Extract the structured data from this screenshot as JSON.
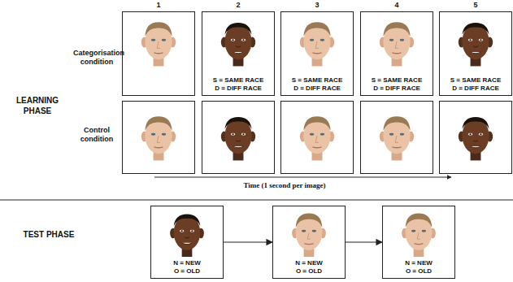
{
  "diagram": {
    "nodes": [
      {
        "text": [
          "S = SAME RACE",
          "D = DIFF RACE"
        ]
      },
      {
        "text": [
          "S = SAME RACE",
          "D = DIFF RACE"
        ]
      },
      {
        "text": [
          "S = SAME RACE",
          "D = DIFF RACE"
        ]
      },
      {
        "text": [
          "S = SAME RACE",
          "D = DIFF RACE"
        ]
      },
      {
        "text": [
          "N = NEW",
          "O = OLD"
        ]
      },
      {
        "text": [
          "N = NEW",
          "O = OLD"
        ]
      },
      {
        "text": [
          "N = NEW",
          "O = OLD"
        ]
      }
    ],
    "edges": [
      {
        "from": 4,
        "to": 5,
        "arrow": "to"
      },
      {
        "from": 5,
        "to": 6,
        "arrow": "to"
      }
    ],
    "labels": [
      "1",
      "2",
      "3",
      "4",
      "5",
      "Categorisation condition",
      "LEARNING PHASE",
      "Control condition",
      "Time (1 second per image)",
      "TEST PHASE"
    ]
  }
}
